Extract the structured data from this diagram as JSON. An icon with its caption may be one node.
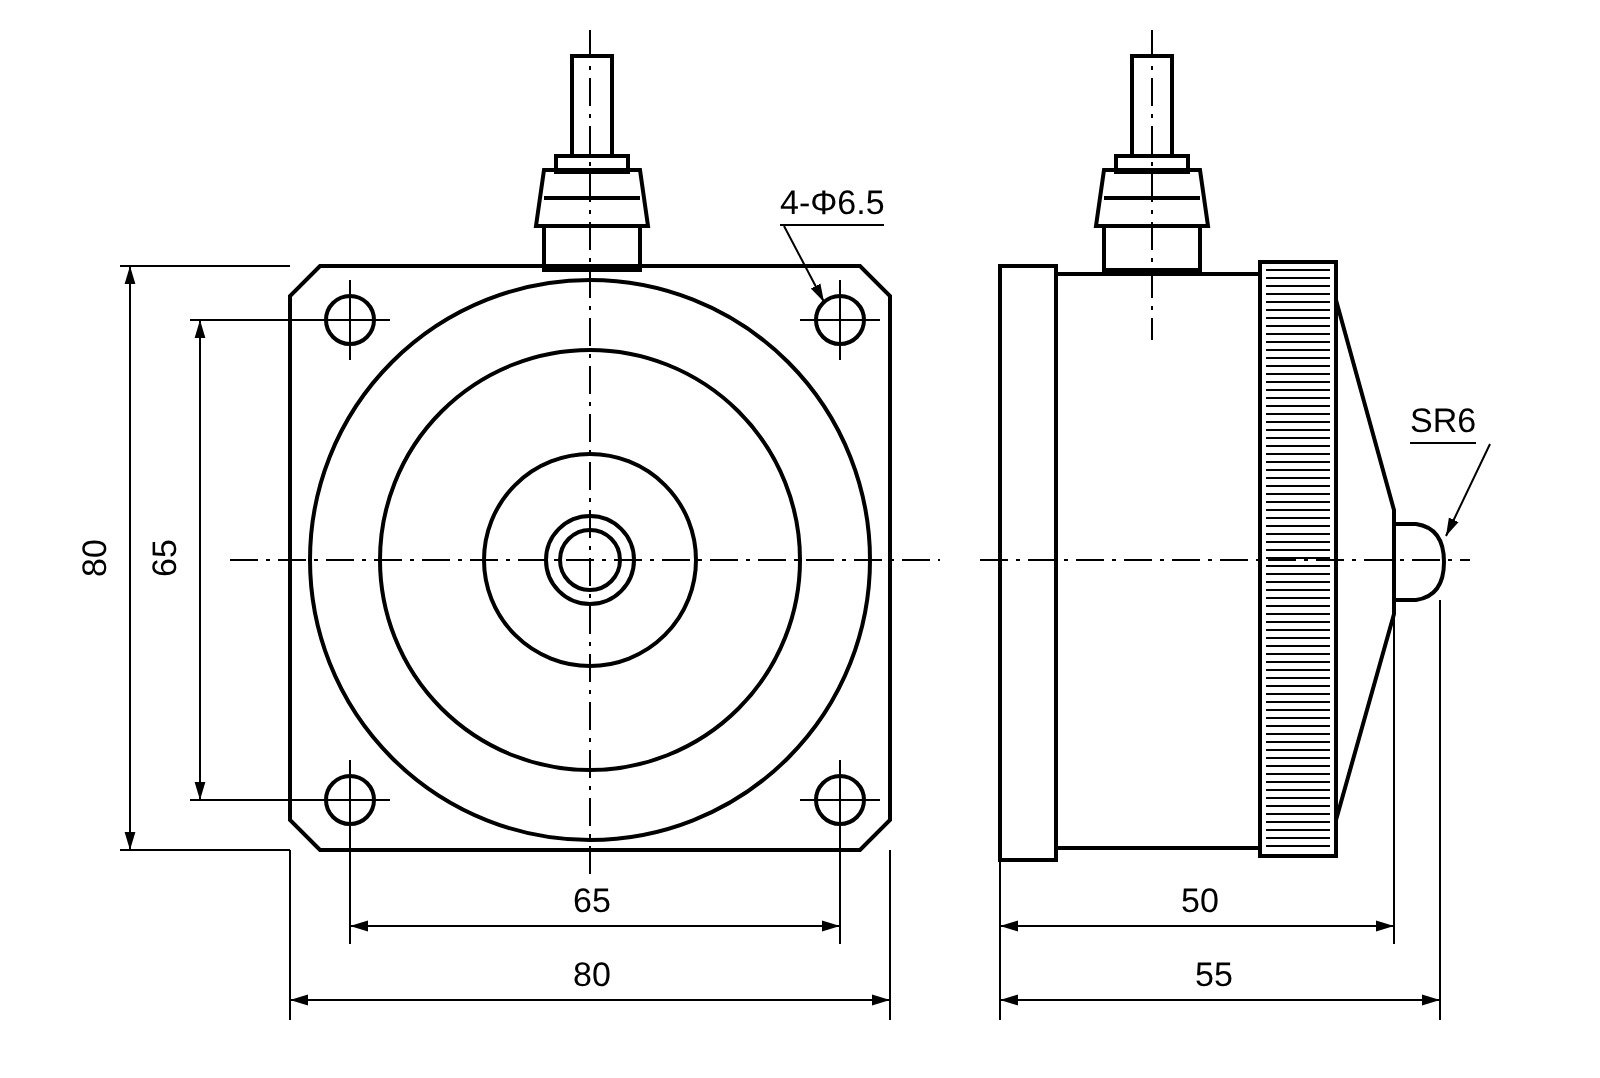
{
  "diagram": {
    "nodes": [
      {
        "text": [
          "4-Φ6.5"
        ]
      },
      {
        "text": [],
        "shape": "circle"
      },
      {
        "text": [
          "SR6"
        ]
      },
      {
        "text": [],
        "shape": "circle"
      }
    ],
    "edges": [
      {
        "from": 0,
        "to": 1,
        "arrow": "to"
      },
      {
        "from": 2,
        "to": 3,
        "arrow": "to"
      }
    ],
    "labels": [
      "80",
      "65",
      "65",
      "80",
      "50",
      "55"
    ]
  }
}
